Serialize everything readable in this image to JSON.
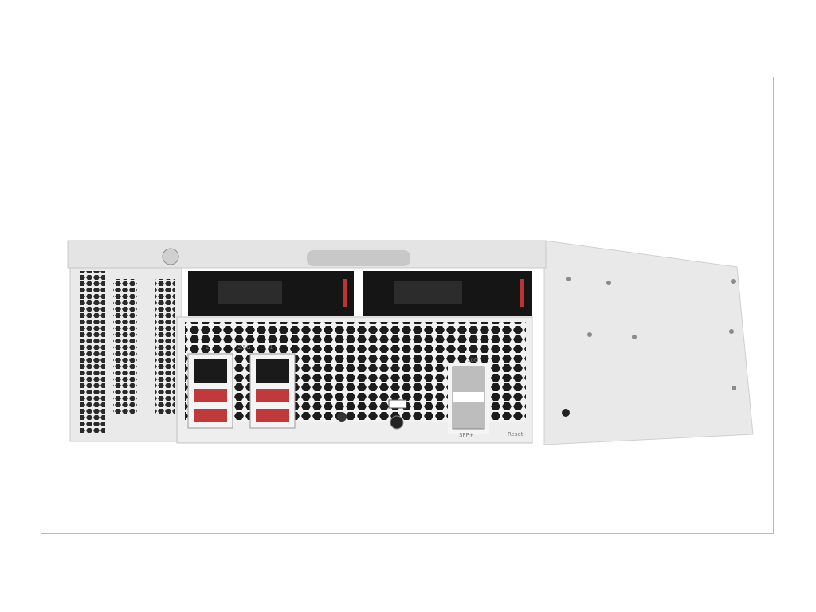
{
  "product_photo": {
    "port_labels": {
      "lan2": "2",
      "lan1": "1",
      "lan_speed": "2.5G",
      "sfp_speed": "10G",
      "sfp": "SFP+",
      "reset": "Reset"
    },
    "colors": {
      "chassis": "#e6e6e6",
      "usb": "#c0393b",
      "frame_border": "#b8b8b8"
    }
  }
}
